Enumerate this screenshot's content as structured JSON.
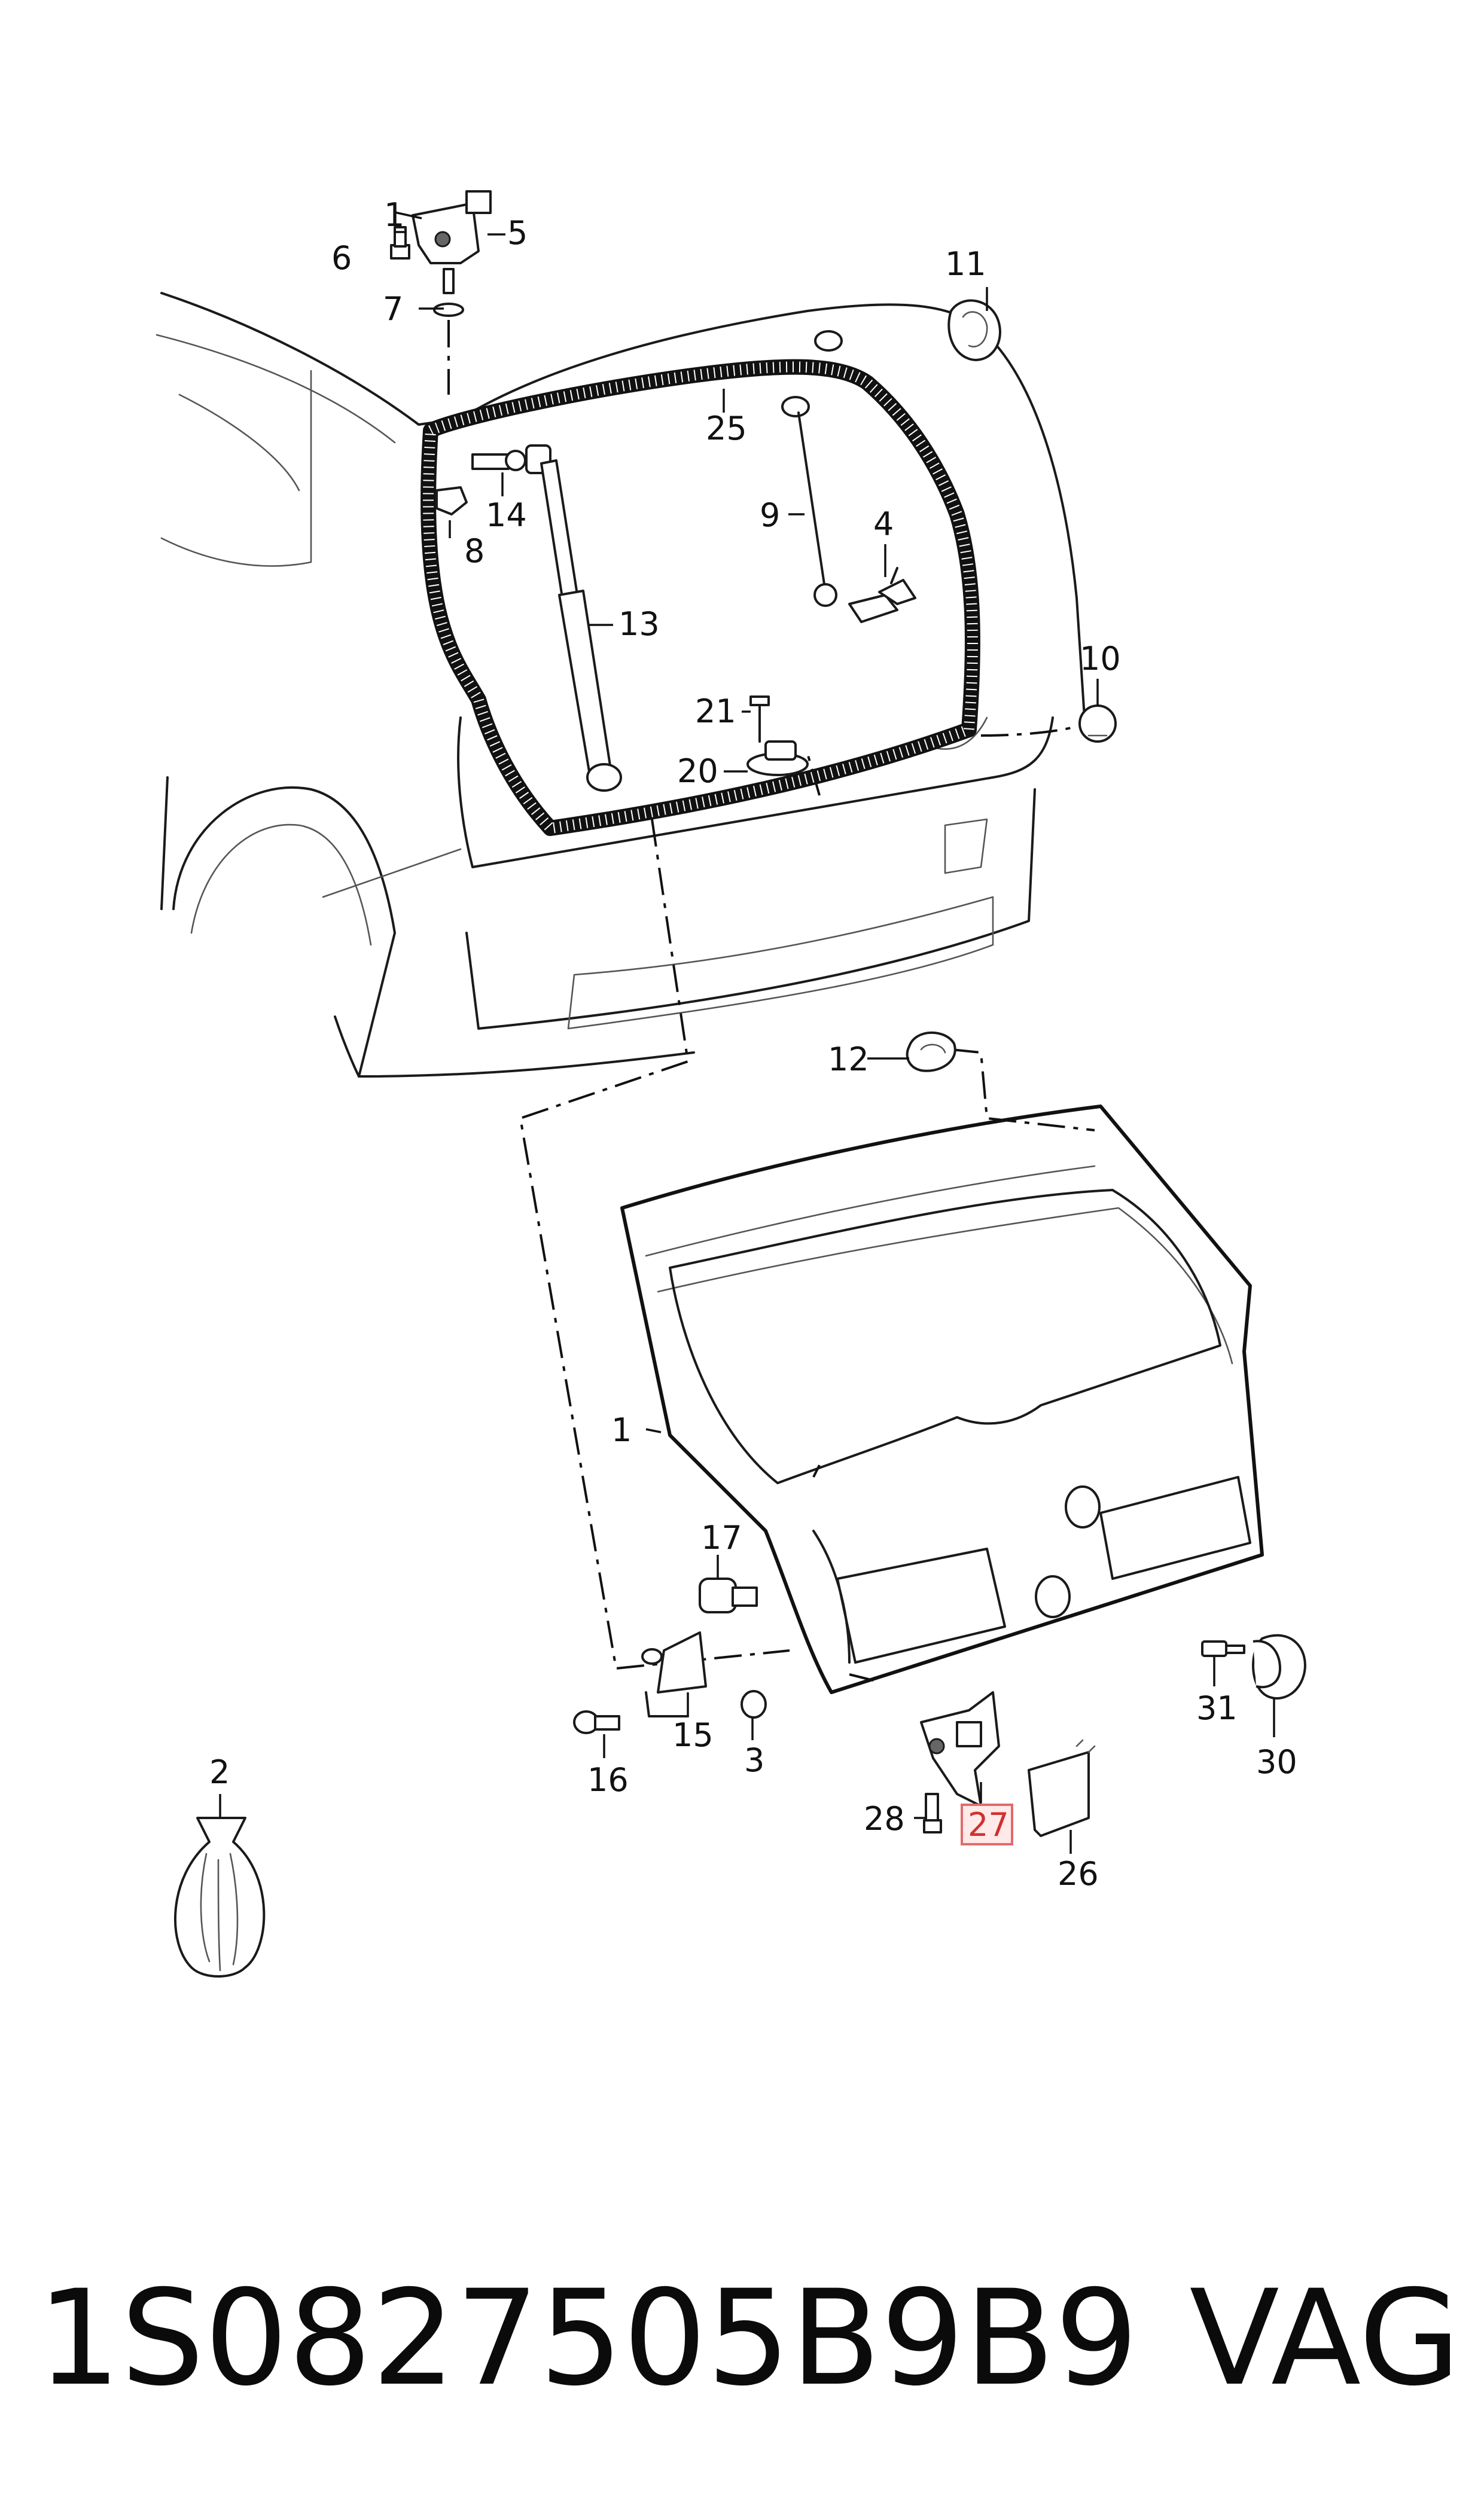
{
  "footer": {
    "part_number": "1S0827505B9B9",
    "brand": "VAG"
  },
  "callouts": {
    "c1": "1",
    "c2": "2",
    "c3": "3",
    "c4": "4",
    "c5": "5",
    "c6": "6",
    "c7": "7",
    "c8": "8",
    "c9": "9",
    "c10": "10",
    "c11": "11",
    "c12": "12",
    "c13": "13",
    "c14": "14",
    "c15": "15",
    "c16": "16",
    "c17": "17",
    "c20": "20",
    "c21": "21",
    "c25": "25",
    "c26": "26",
    "c27": "27",
    "c28": "28",
    "c30": "30",
    "c31": "31"
  },
  "highlighted_callout": "27",
  "highlight_color": "#e06b6b"
}
